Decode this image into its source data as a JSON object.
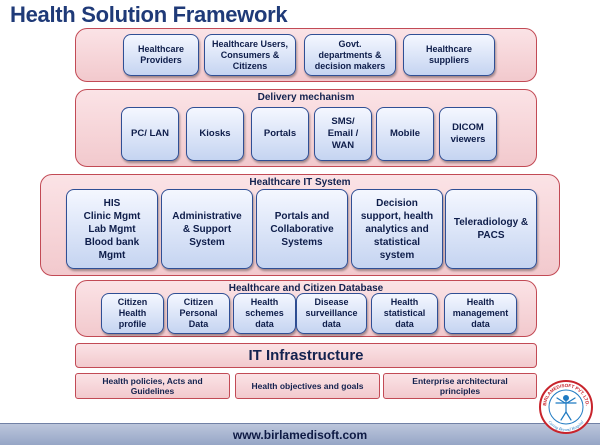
{
  "title": "Health Solution Framework",
  "stakeholders": {
    "boxes": [
      [
        "Healthcare",
        "Providers"
      ],
      [
        "Healthcare Users,",
        "Consumers &",
        "Citizens"
      ],
      [
        "Govt.",
        "departments &",
        "decision makers"
      ],
      [
        "Healthcare",
        "suppliers"
      ]
    ]
  },
  "delivery": {
    "label": "Delivery mechanism",
    "boxes": [
      [
        "PC/ LAN"
      ],
      [
        "Kiosks"
      ],
      [
        "Portals"
      ],
      [
        "SMS/",
        "Email /",
        "WAN"
      ],
      [
        "Mobile"
      ],
      [
        "DICOM",
        "viewers"
      ]
    ]
  },
  "it_system": {
    "label": "Healthcare IT System",
    "boxes": [
      [
        "HIS",
        "Clinic Mgmt",
        "Lab Mgmt",
        "Blood bank",
        "Mgmt"
      ],
      [
        "Administrative",
        "& Support",
        "System"
      ],
      [
        "Portals and",
        "Collaborative",
        "Systems"
      ],
      [
        "Decision",
        "support, health",
        "analytics and",
        "statistical",
        "system"
      ],
      [
        "Teleradiology &",
        "PACS"
      ]
    ]
  },
  "database": {
    "label": "Healthcare and Citizen Database",
    "boxes": [
      [
        "Citizen",
        "Health",
        "profile"
      ],
      [
        "Citizen",
        "Personal",
        "Data"
      ],
      [
        "Health",
        "schemes",
        "data"
      ],
      [
        "Disease",
        "surveillance",
        "data"
      ],
      [
        "Health",
        "statistical",
        "data"
      ],
      [
        "Health",
        "management",
        "data"
      ]
    ]
  },
  "infrastructure": "IT Infrastructure",
  "policies": [
    [
      "Health policies, Acts and",
      "Guidelines"
    ],
    [
      "Health objectives and goals"
    ],
    [
      "Enterprise architectural",
      "principles"
    ]
  ],
  "footer": "www.birlamedisoft.com",
  "logo": {
    "ring_text": "BIRLAMEDISOFT PVT. LTD.",
    "tagline": "Caring Beyond Hospital",
    "icon": "vitruvian-man-icon",
    "accent": "#1f7ac2",
    "ring_color": "#c8242c"
  }
}
